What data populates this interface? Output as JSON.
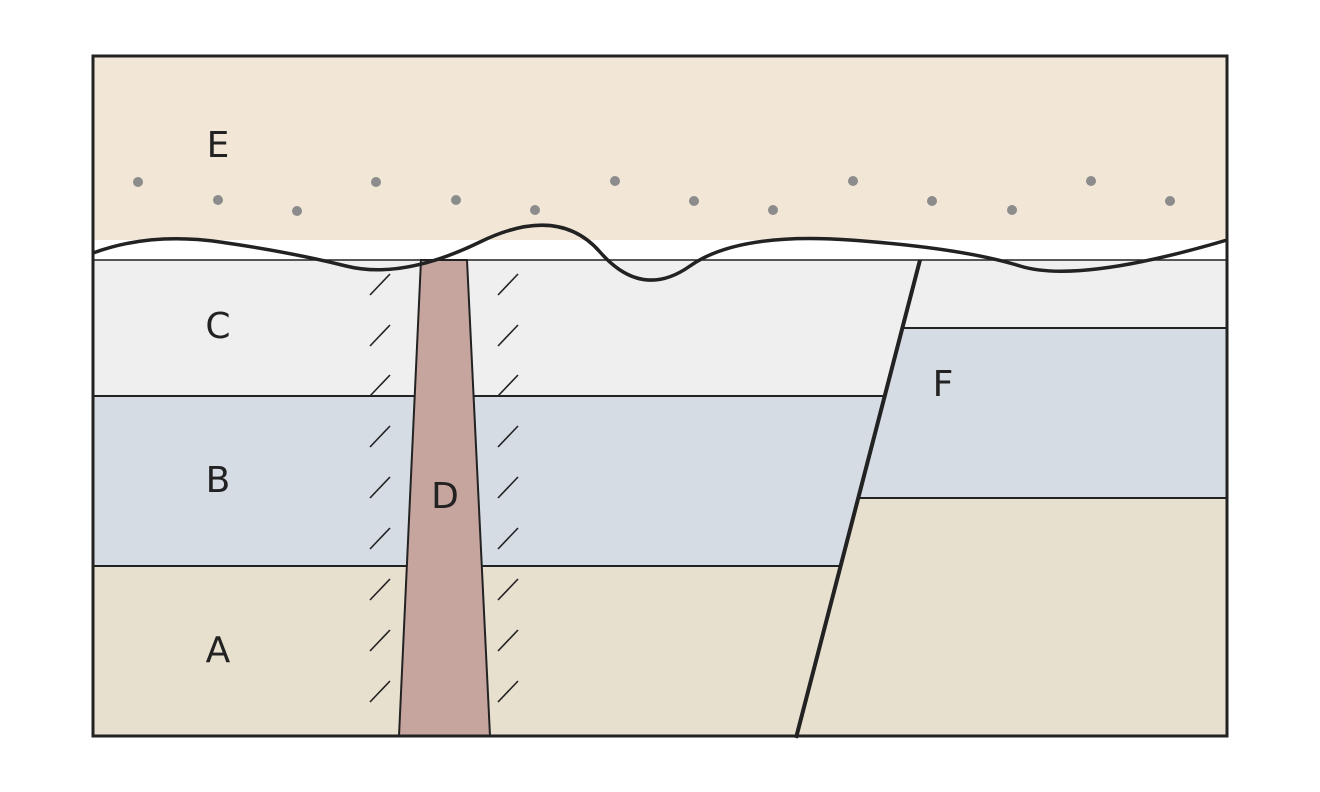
{
  "labels": {
    "a": "A",
    "b": "B",
    "c": "C",
    "d": "D",
    "e": "E",
    "f": "F"
  },
  "colors": {
    "layer_a": "#e8e0ce",
    "layer_b": "#d5dce4",
    "layer_c": "#efefef",
    "layer_e": "#f2e6d6",
    "intrusion_d": "#c6a59f",
    "outline": "#222222",
    "dots": "#8c8c8c"
  }
}
